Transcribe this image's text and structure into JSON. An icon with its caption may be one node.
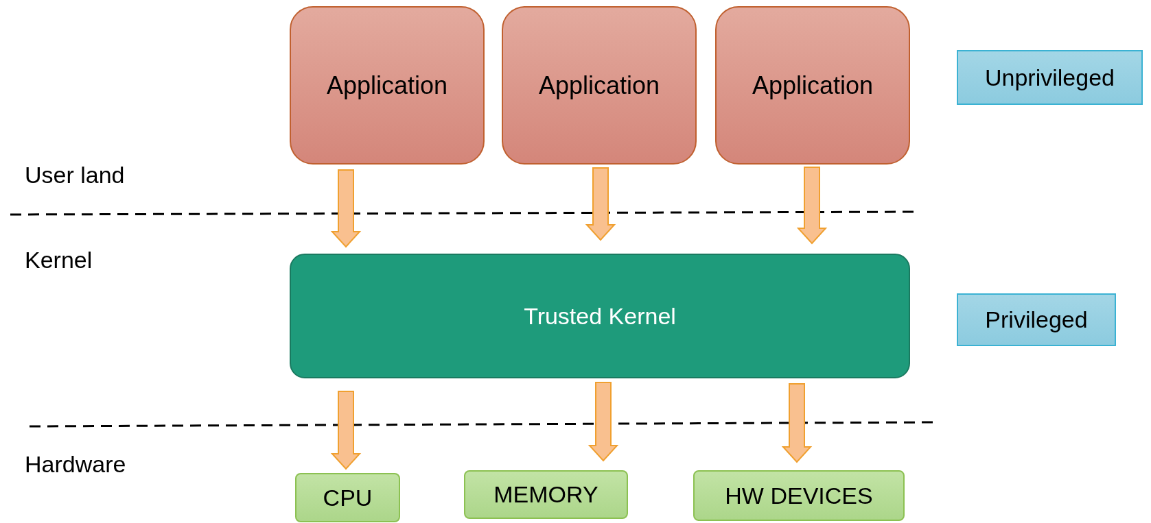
{
  "diagram": {
    "nodes": [
      {
        "text": [
          "Application"
        ]
      },
      {
        "text": [
          "Application"
        ]
      },
      {
        "text": [
          "Application"
        ]
      },
      {
        "text": [
          "Unprivileged"
        ]
      },
      {
        "text": [
          "Trusted Kernel"
        ]
      },
      {
        "text": [
          "Privileged"
        ]
      },
      {
        "text": [
          "CPU"
        ]
      },
      {
        "text": [
          "MEMORY"
        ]
      },
      {
        "text": [
          "HW DEVICES"
        ]
      }
    ],
    "edges": [
      {
        "from": 0,
        "to": 4,
        "arrow": "to"
      },
      {
        "from": 1,
        "to": 4,
        "arrow": "to"
      },
      {
        "from": 2,
        "to": 4,
        "arrow": "to"
      },
      {
        "from": 4,
        "to": 6,
        "arrow": "to"
      },
      {
        "from": 4,
        "to": 7,
        "arrow": "to"
      },
      {
        "from": 4,
        "to": 8,
        "arrow": "to"
      }
    ],
    "labels": [
      "User land",
      "Kernel",
      "Hardware"
    ]
  }
}
